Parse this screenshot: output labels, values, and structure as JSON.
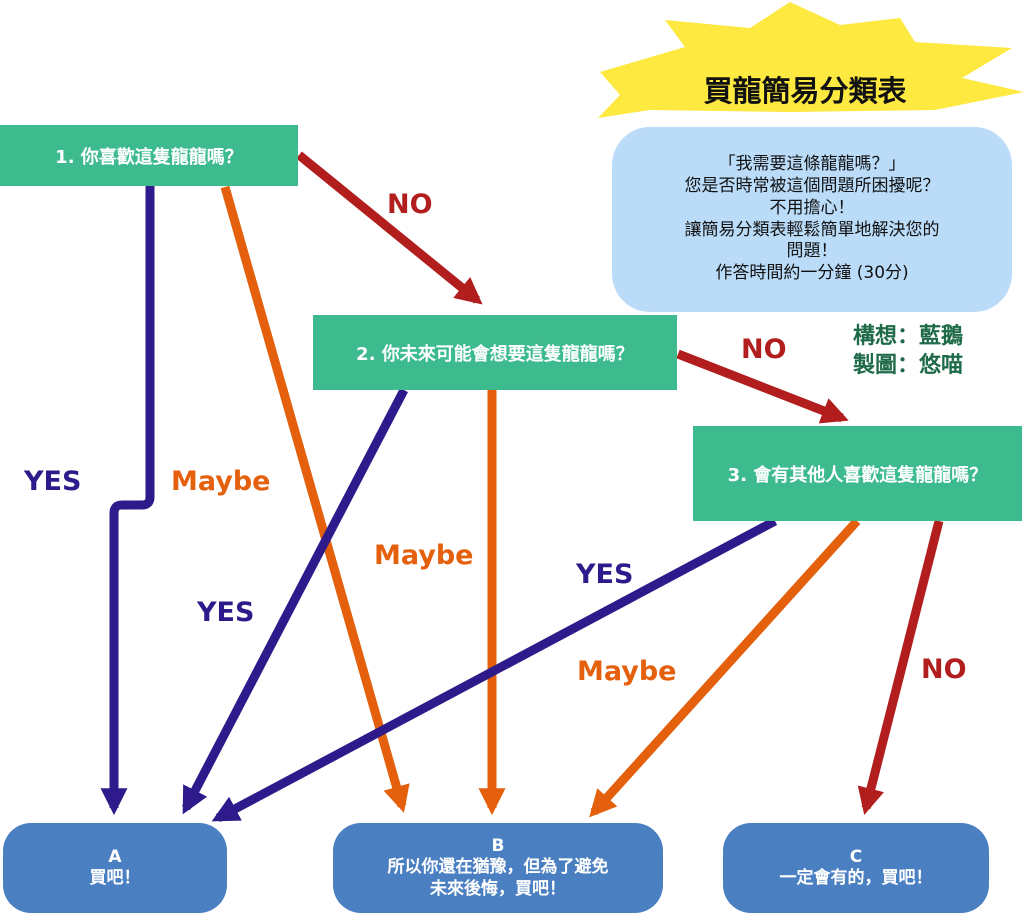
{
  "title": "買龍簡易分類表",
  "intro_lines": [
    "「我需要這條龍龍嗎？」",
    "您是否時常被這個問題所困擾呢？",
    "不用擔心！",
    "讓簡易分類表輕鬆簡單地解決您的",
    "問題！",
    "作答時間約一分鐘 (30分)"
  ],
  "credits": {
    "concept": "構想：藍鵝",
    "illustration": "製圖：悠喵"
  },
  "questions": {
    "q1": "1. 你喜歡這隻龍龍嗎？",
    "q2": "2. 你未來可能會想要這隻龍龍嗎？",
    "q3": "3. 會有其他人喜歡這隻龍龍嗎？"
  },
  "answers": {
    "a": {
      "letter": "A",
      "text": "買吧！"
    },
    "b": {
      "letter": "B",
      "lines": [
        "所以你還在猶豫，但為了避免",
        "未來後悔，買吧！"
      ]
    },
    "c": {
      "letter": "C",
      "text": "一定會有的，買吧！"
    }
  },
  "edge_labels": {
    "q1_yes": "YES",
    "q1_maybe": "Maybe",
    "q1_no": "NO",
    "q2_yes": "YES",
    "q2_maybe": "Maybe",
    "q2_no": "NO",
    "q3_yes": "YES",
    "q3_maybe": "Maybe",
    "q3_no": "NO"
  },
  "colors": {
    "question_box": "#3dbb8e",
    "answer_box": "#4a7fc1",
    "yes": "#2e1a8a",
    "maybe": "#e4600c",
    "no": "#b21d1d",
    "star": "#fde93f",
    "intro_bubble": "#badcf9"
  }
}
